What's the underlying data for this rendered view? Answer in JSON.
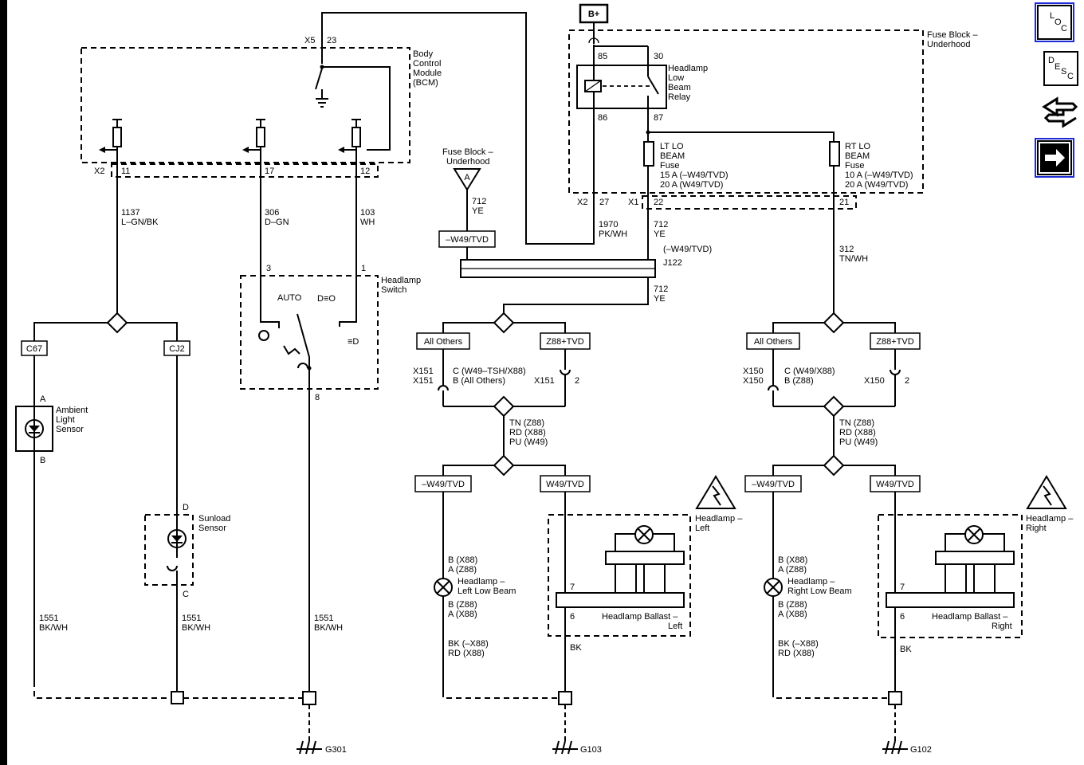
{
  "supply": {
    "bplus": "B+"
  },
  "bcm": {
    "name_lines": [
      "Body",
      "Control",
      "Module",
      "(BCM)"
    ],
    "connector_top": "X5",
    "pin_top": "23",
    "connector_bottom": "X2",
    "pins": [
      "11",
      "17",
      "12"
    ]
  },
  "fuse_block": {
    "label_lines": [
      "Fuse Block –",
      "Underhood"
    ],
    "relay": {
      "label_lines": [
        "Headlamp",
        "Low",
        "Beam",
        "Relay"
      ],
      "pins": [
        "85",
        "30",
        "86",
        "87"
      ]
    },
    "lt_fuse": [
      "LT LO",
      "BEAM",
      "Fuse",
      "15 A (–W49/TVD)",
      "20 A (W49/TVD)"
    ],
    "rt_fuse": [
      "RT LO",
      "BEAM",
      "Fuse",
      "10 A (–W49/TVD)",
      "20 A (W49/TVD)"
    ],
    "connectors": {
      "x2": "X2",
      "x2_pin": "27",
      "x1": "X1",
      "x1_pin": "22",
      "x1_pin2": "21"
    }
  },
  "fuse_block_a": {
    "label_lines": [
      "Fuse Block –",
      "Underhood"
    ],
    "letter": "A"
  },
  "wires": {
    "w1137": [
      "1137",
      "L–GN/BK"
    ],
    "w306": [
      "306",
      "D–GN"
    ],
    "w103": [
      "103",
      "WH"
    ],
    "w712a": [
      "712",
      "YE"
    ],
    "w1970": [
      "1970",
      "PK/WH"
    ],
    "w712b": [
      "712",
      "YE"
    ],
    "w712c": [
      "712",
      "YE"
    ],
    "w312": [
      "312",
      "TN/WH"
    ],
    "w1551a": [
      "1551",
      "BK/WH"
    ],
    "w1551b": [
      "1551",
      "BK/WH"
    ],
    "w1551c": [
      "1551",
      "BK/WH"
    ]
  },
  "splice": {
    "option": "–W49/TVD",
    "name": "J122",
    "cond": "(–W49/TVD)"
  },
  "switch": {
    "label_lines": [
      "Headlamp",
      "Switch"
    ],
    "auto": "AUTO",
    "pins": [
      "3",
      "1",
      "8"
    ]
  },
  "sensors": {
    "c67": "C67",
    "cj2": "CJ2",
    "ambient": {
      "lines": [
        "Ambient",
        "Light",
        "Sensor"
      ],
      "pin_a": "A",
      "pin_b": "B"
    },
    "sunload": {
      "lines": [
        "Sunload",
        "Sensor"
      ],
      "pin_d": "D",
      "pin_c": "C"
    }
  },
  "left": {
    "opt1": "All Others",
    "opt2": "Z88+TVD",
    "conn_labels": [
      "X151",
      "X151"
    ],
    "conn_text": [
      "C (W49–TSH/X88)",
      "B (All Others)"
    ],
    "x_right": "X151",
    "x_right_pin": "2",
    "colors": [
      "TN (Z88)",
      "RD (X88)",
      "PU (W49)"
    ],
    "opt3": "–W49/TVD",
    "opt4": "W49/TVD",
    "lamp_pins_top": [
      "B (X88)",
      "A (Z88)"
    ],
    "lamp_name": [
      "Headlamp –",
      "Left Low Beam"
    ],
    "lamp_pins_bot": [
      "B (Z88)",
      "A (X88)"
    ],
    "ground_wire": [
      "BK (–X88)",
      "RD (X88)"
    ],
    "ballast_pins": [
      "7",
      "6"
    ],
    "ballast_name": [
      "Headlamp Ballast –",
      "Left"
    ],
    "bk": "BK",
    "headlamp_label": [
      "Headlamp –",
      "Left"
    ]
  },
  "right": {
    "opt1": "All Others",
    "opt2": "Z88+TVD",
    "conn_labels": [
      "X150",
      "X150"
    ],
    "conn_text": [
      "C (W49/X88)",
      "B (Z88)"
    ],
    "x_right": "X150",
    "x_right_pin": "2",
    "colors": [
      "TN (Z88)",
      "RD (X88)",
      "PU (W49)"
    ],
    "opt3": "–W49/TVD",
    "opt4": "W49/TVD",
    "lamp_pins_top": [
      "B (X88)",
      "A (Z88)"
    ],
    "lamp_name": [
      "Headlamp –",
      "Right Low Beam"
    ],
    "lamp_pins_bot": [
      "B (Z88)",
      "A (X88)"
    ],
    "ground_wire": [
      "BK (–X88)",
      "RD (X88)"
    ],
    "ballast_pins": [
      "7",
      "6"
    ],
    "ballast_name": [
      "Headlamp Ballast –",
      "Right"
    ],
    "bk": "BK",
    "headlamp_label": [
      "Headlamp –",
      "Right"
    ]
  },
  "grounds": [
    "G301",
    "G103",
    "G102"
  ],
  "nav_buttons": [
    {
      "name": "loc",
      "chars": [
        "L",
        "O",
        "C"
      ]
    },
    {
      "name": "desc",
      "chars": [
        "D",
        "E",
        "S",
        "C"
      ]
    },
    {
      "name": "connector-view-icon"
    },
    {
      "name": "next-arrow-icon"
    }
  ]
}
